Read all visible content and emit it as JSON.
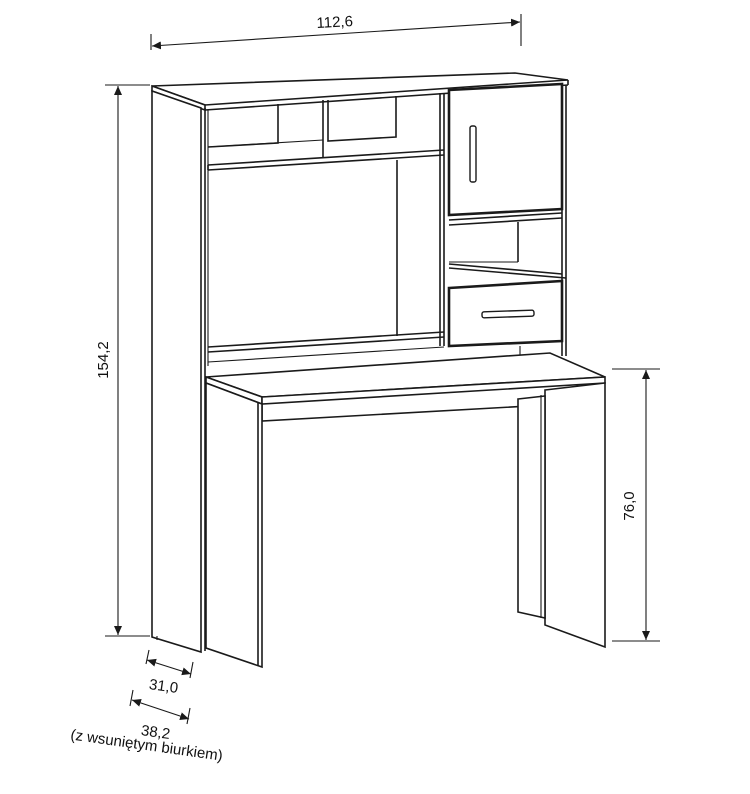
{
  "dimensions": {
    "width": "112,6",
    "height": "154,2",
    "desk_height": "76,0",
    "depth": "31,0",
    "depth_extended": "38,2",
    "depth_note": "(z wsuniętym biurkiem)"
  }
}
